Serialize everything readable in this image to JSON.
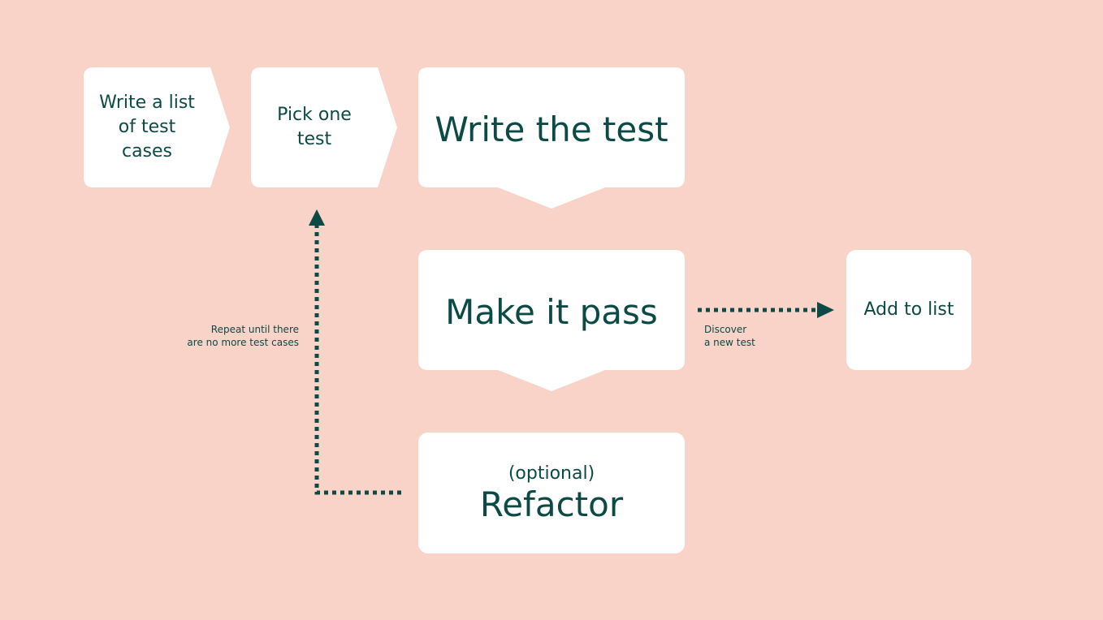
{
  "diagram": {
    "colors": {
      "background": "#f9d3c8",
      "box_fill": "#ffffff",
      "ink": "#0b4a45"
    },
    "nodes": {
      "list_tests": {
        "lines": [
          "Write a list",
          "of test",
          "cases"
        ]
      },
      "pick_test": {
        "lines": [
          "Pick one",
          "test"
        ]
      },
      "write_test": {
        "label": "Write the test"
      },
      "make_pass": {
        "label": "Make it pass"
      },
      "add_to_list": {
        "label": "Add to list"
      },
      "refactor": {
        "qualifier": "(optional)",
        "label": "Refactor"
      }
    },
    "edges": {
      "repeat_loop": {
        "lines": [
          "Repeat until there",
          "are no more test cases"
        ],
        "style": "dotted"
      },
      "discover": {
        "lines": [
          "Discover",
          "a new test"
        ],
        "style": "dotted"
      }
    }
  }
}
